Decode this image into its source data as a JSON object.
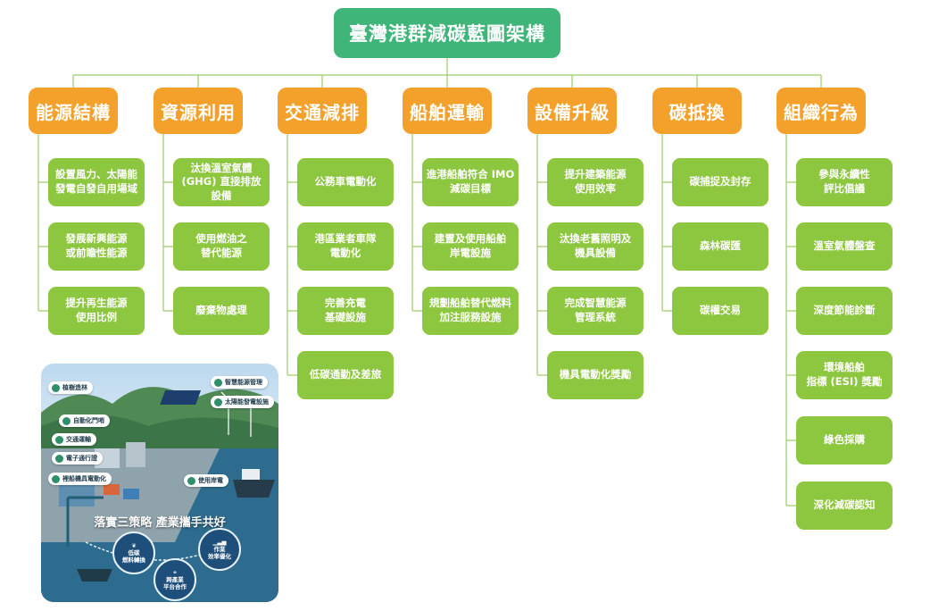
{
  "title": "臺灣港群減碳藍圖架構",
  "colors": {
    "root": "#3fb57a",
    "category": "#f4a12b",
    "leaf": "#8dc63f",
    "line": "#9ccc65"
  },
  "categories": [
    {
      "label": "能源結構",
      "items": [
        "設置風力、太陽能\n發電自發自用場域",
        "發展新興能源\n或前瞻性能源",
        "提升再生能源\n使用比例"
      ]
    },
    {
      "label": "資源利用",
      "items": [
        "汰換溫室氣體\n(GHG) 直接排放設備",
        "使用燃油之\n替代能源",
        "廢棄物處理"
      ]
    },
    {
      "label": "交通減排",
      "items": [
        "公務車電動化",
        "港區業者車隊\n電動化",
        "完善充電\n基礎設施",
        "低碳通勤及差旅"
      ]
    },
    {
      "label": "船舶運輸",
      "items": [
        "進港船舶符合 IMO\n減碳目標",
        "建置及使用船舶\n岸電設施",
        "規劃船舶替代燃料\n加注服務設施"
      ]
    },
    {
      "label": "設備升級",
      "items": [
        "提升建築能源\n使用效率",
        "汰換老舊照明及\n機具設備",
        "完成智慧能源\n管理系統",
        "機具電動化獎勵"
      ]
    },
    {
      "label": "碳抵換",
      "items": [
        "碳捕捉及封存",
        "森林碳匯",
        "碳權交易"
      ]
    },
    {
      "label": "組織行為",
      "items": [
        "參與永續性\n評比倡議",
        "溫室氣體盤查",
        "深度節能診斷",
        "環境船舶\n指標 (ESI) 獎勵",
        "綠色採購",
        "深化減碳認知"
      ]
    }
  ],
  "illustration": {
    "tags": [
      "植樹造林",
      "智慧能源管理",
      "太陽能發電設施",
      "自動化門哨",
      "交通運輸",
      "電子通行證",
      "裡船機具電動化",
      "使用岸電"
    ],
    "headline": "落實三策略 產業攜手共好",
    "strategies": [
      "低碳\n燃料轉換",
      "作業\n效率優化",
      "跨產業\n平台合作"
    ]
  }
}
